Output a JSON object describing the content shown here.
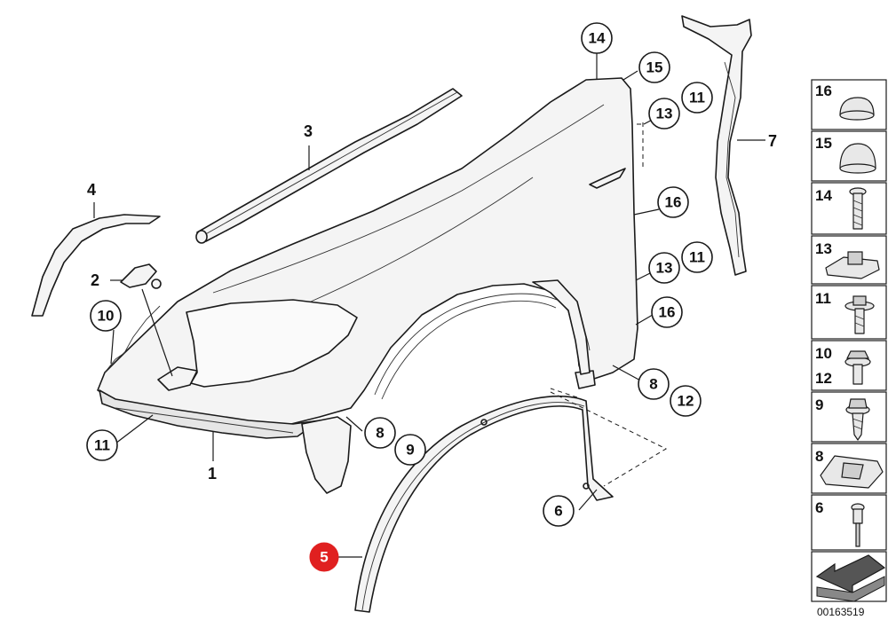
{
  "callouts": [
    {
      "id": "c14",
      "text": "14",
      "highlight": false
    },
    {
      "id": "c15",
      "text": "15",
      "highlight": false
    },
    {
      "id": "c11a",
      "text": "11",
      "highlight": false
    },
    {
      "id": "c13a",
      "text": "13",
      "highlight": false
    },
    {
      "id": "c16a",
      "text": "16",
      "highlight": false
    },
    {
      "id": "c11b",
      "text": "11",
      "highlight": false
    },
    {
      "id": "c13b",
      "text": "13",
      "highlight": false
    },
    {
      "id": "c16b",
      "text": "16",
      "highlight": false
    },
    {
      "id": "c10",
      "text": "10",
      "highlight": false
    },
    {
      "id": "c8a",
      "text": "8",
      "highlight": false
    },
    {
      "id": "c12",
      "text": "12",
      "highlight": false
    },
    {
      "id": "c8b",
      "text": "8",
      "highlight": false
    },
    {
      "id": "c9",
      "text": "9",
      "highlight": false
    },
    {
      "id": "c11c",
      "text": "11",
      "highlight": false
    },
    {
      "id": "c6",
      "text": "6",
      "highlight": false
    },
    {
      "id": "c5",
      "text": "5",
      "highlight": true
    }
  ],
  "plain_labels": {
    "l1": "1",
    "l2": "2",
    "l3": "3",
    "l4": "4",
    "l7": "7"
  },
  "legend": [
    {
      "label": "16",
      "icon": "plug-cap-flat-icon"
    },
    {
      "label": "15",
      "icon": "plug-cap-dome-icon"
    },
    {
      "label": "14",
      "icon": "screw-icon"
    },
    {
      "label": "13",
      "icon": "clip-nut-icon"
    },
    {
      "label": "11",
      "icon": "collar-screw-icon"
    },
    {
      "label": "10",
      "label2": "12",
      "icon": "hex-collar-screw-icon"
    },
    {
      "label": "9",
      "icon": "tapping-screw-icon"
    },
    {
      "label": "8",
      "icon": "spring-nut-icon"
    },
    {
      "label": "6",
      "icon": "rivet-icon"
    },
    {
      "label": "",
      "icon": "direction-arrow-icon"
    }
  ],
  "reference_number": "00163519"
}
